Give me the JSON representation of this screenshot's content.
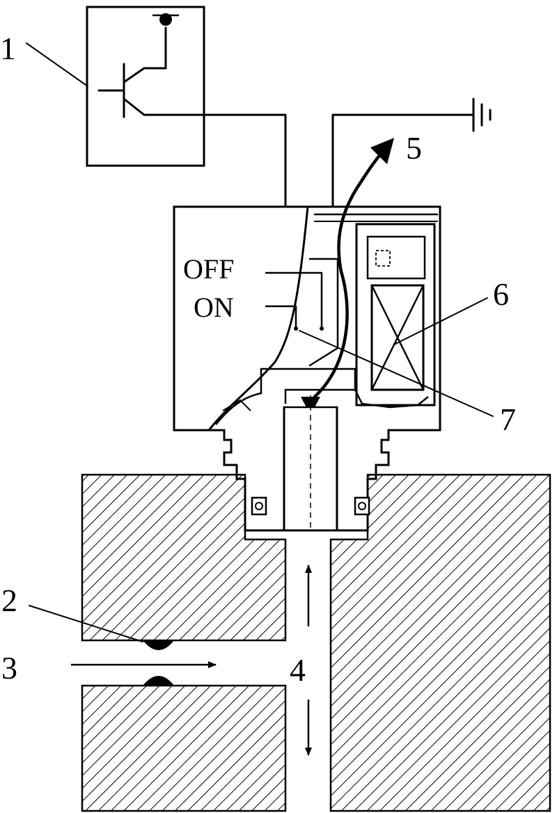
{
  "labels": {
    "part_1": "1",
    "part_2": "2",
    "part_3": "3",
    "part_4": "4",
    "part_5": "5",
    "part_6": "6",
    "part_7": "7",
    "switch_off": "OFF",
    "switch_on": "ON"
  },
  "colors": {
    "ink": "#000000",
    "paper": "#ffffff"
  }
}
